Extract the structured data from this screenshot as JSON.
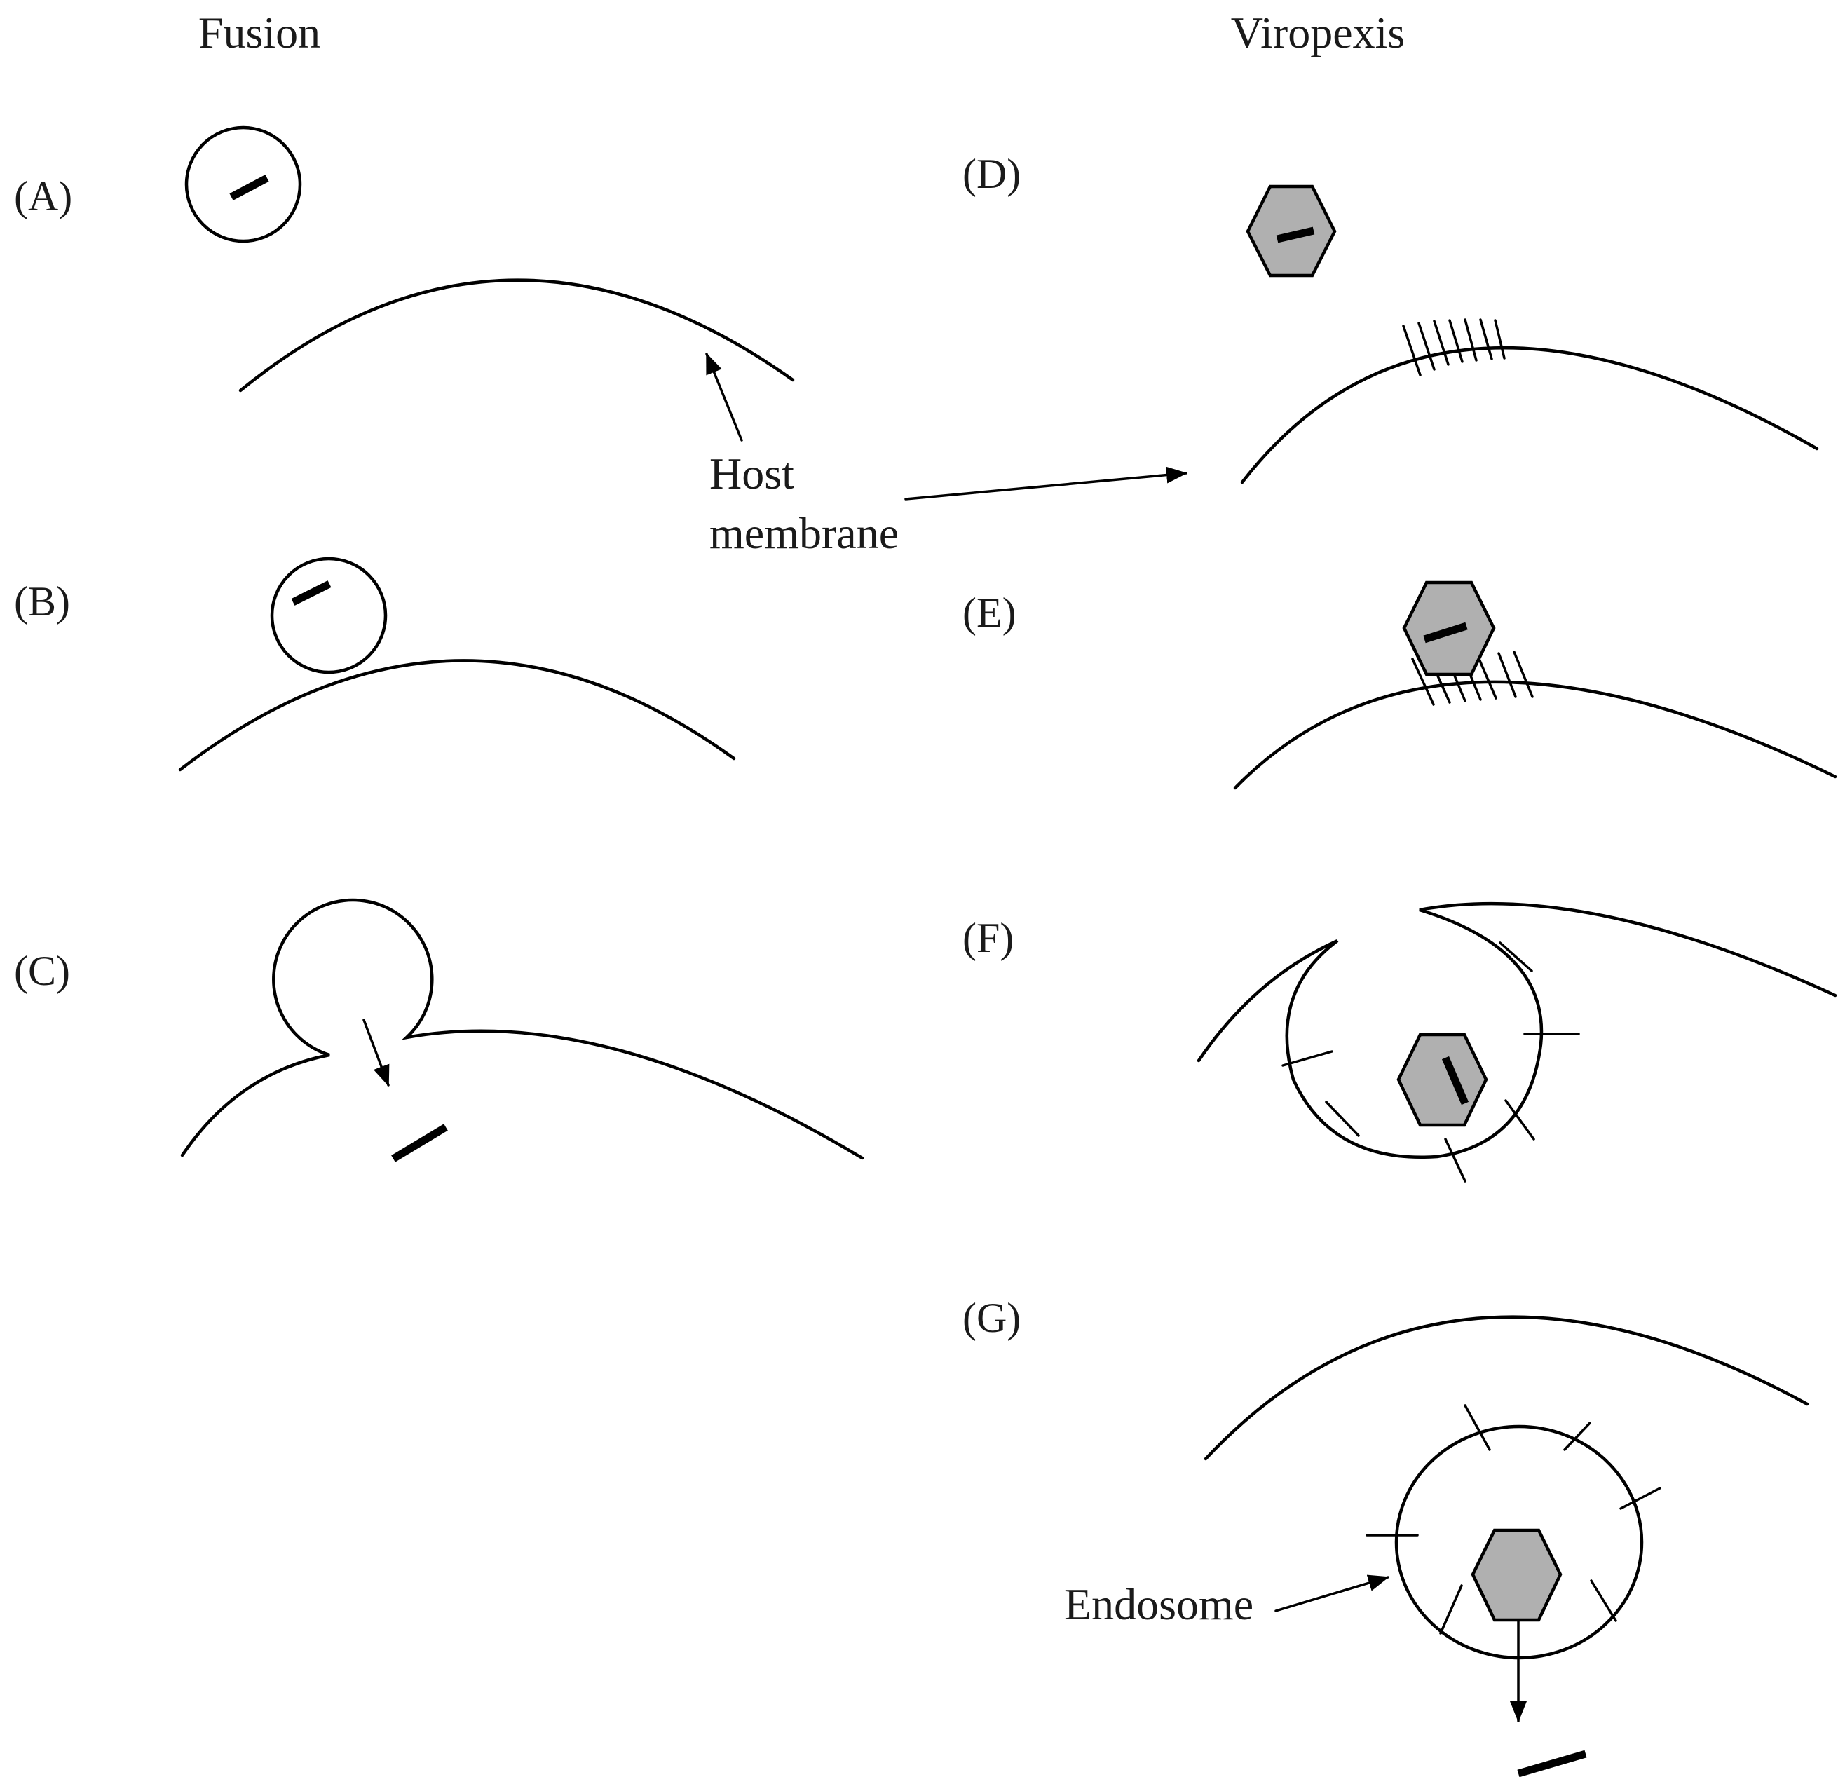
{
  "columns": {
    "fusion": "Fusion",
    "viropexis": "Viropexis"
  },
  "panels": {
    "a": "(A)",
    "b": "(B)",
    "c": "(C)",
    "d": "(D)",
    "e": "(E)",
    "f": "(F)",
    "g": "(G)"
  },
  "annotations": {
    "host_membrane_line1": "Host",
    "host_membrane_line2": "membrane",
    "endosome": "Endosome"
  },
  "colors": {
    "capsid_fill": "#b0b0b0",
    "stroke": "#000000"
  }
}
